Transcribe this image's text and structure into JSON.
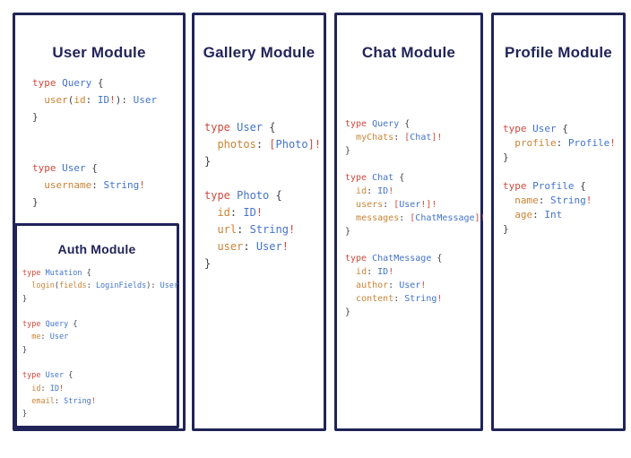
{
  "colors": {
    "navy": "#212458",
    "keyword_red": "#cc4b3d",
    "type_blue": "#4274cc",
    "field_orange": "#cb8437",
    "punctuation": "#3f414b",
    "bang_red": "#cc4b3d",
    "panel_background": "#ffffff"
  },
  "panels": {
    "user": {
      "title": "User Module",
      "code": [
        [
          [
            "k",
            "type "
          ],
          [
            "t",
            "Query "
          ],
          [
            "p",
            "{"
          ]
        ],
        [
          [
            "p",
            "  "
          ],
          [
            "f",
            "user"
          ],
          [
            "p",
            "("
          ],
          [
            "f",
            "id"
          ],
          [
            "p",
            ": "
          ],
          [
            "t",
            "ID"
          ],
          [
            "b",
            "!"
          ],
          [
            "p",
            "): "
          ],
          [
            "t",
            "User"
          ]
        ],
        [
          [
            "p",
            "}"
          ]
        ],
        [],
        [],
        [
          [
            "k",
            "type "
          ],
          [
            "t",
            "User "
          ],
          [
            "p",
            "{"
          ]
        ],
        [
          [
            "p",
            "  "
          ],
          [
            "f",
            "username"
          ],
          [
            "p",
            ": "
          ],
          [
            "t",
            "String"
          ],
          [
            "b",
            "!"
          ]
        ],
        [
          [
            "p",
            "}"
          ]
        ]
      ]
    },
    "auth": {
      "title": "Auth Module",
      "code": [
        [
          [
            "k",
            "type "
          ],
          [
            "t",
            "Mutation "
          ],
          [
            "p",
            "{"
          ]
        ],
        [
          [
            "p",
            "  "
          ],
          [
            "f",
            "login"
          ],
          [
            "p",
            "("
          ],
          [
            "f",
            "fields"
          ],
          [
            "p",
            ": "
          ],
          [
            "t",
            "LoginFields"
          ],
          [
            "p",
            "): "
          ],
          [
            "t",
            "User"
          ]
        ],
        [
          [
            "p",
            "}"
          ]
        ],
        [],
        [
          [
            "k",
            "type "
          ],
          [
            "t",
            "Query "
          ],
          [
            "p",
            "{"
          ]
        ],
        [
          [
            "p",
            "  "
          ],
          [
            "f",
            "me"
          ],
          [
            "p",
            ": "
          ],
          [
            "t",
            "User"
          ]
        ],
        [
          [
            "p",
            "}"
          ]
        ],
        [],
        [
          [
            "k",
            "type "
          ],
          [
            "t",
            "User "
          ],
          [
            "p",
            "{"
          ]
        ],
        [
          [
            "p",
            "  "
          ],
          [
            "f",
            "id"
          ],
          [
            "p",
            ": "
          ],
          [
            "t",
            "ID"
          ],
          [
            "b",
            "!"
          ]
        ],
        [
          [
            "p",
            "  "
          ],
          [
            "f",
            "email"
          ],
          [
            "p",
            ": "
          ],
          [
            "t",
            "String"
          ],
          [
            "b",
            "!"
          ]
        ],
        [
          [
            "p",
            "}"
          ]
        ]
      ]
    },
    "gallery": {
      "title": "Gallery Module",
      "code": [
        [
          [
            "k",
            "type "
          ],
          [
            "t",
            "User "
          ],
          [
            "p",
            "{"
          ]
        ],
        [
          [
            "p",
            "  "
          ],
          [
            "f",
            "photos"
          ],
          [
            "p",
            ": "
          ],
          [
            "b",
            "["
          ],
          [
            "t",
            "Photo"
          ],
          [
            "b",
            "]!"
          ]
        ],
        [
          [
            "p",
            "}"
          ]
        ],
        [],
        [
          [
            "k",
            "type "
          ],
          [
            "t",
            "Photo "
          ],
          [
            "p",
            "{"
          ]
        ],
        [
          [
            "p",
            "  "
          ],
          [
            "f",
            "id"
          ],
          [
            "p",
            ": "
          ],
          [
            "t",
            "ID"
          ],
          [
            "b",
            "!"
          ]
        ],
        [
          [
            "p",
            "  "
          ],
          [
            "f",
            "url"
          ],
          [
            "p",
            ": "
          ],
          [
            "t",
            "String"
          ],
          [
            "b",
            "!"
          ]
        ],
        [
          [
            "p",
            "  "
          ],
          [
            "f",
            "user"
          ],
          [
            "p",
            ": "
          ],
          [
            "t",
            "User"
          ],
          [
            "b",
            "!"
          ]
        ],
        [
          [
            "p",
            "}"
          ]
        ]
      ]
    },
    "chat": {
      "title": "Chat Module",
      "code": [
        [
          [
            "k",
            "type "
          ],
          [
            "t",
            "Query "
          ],
          [
            "p",
            "{"
          ]
        ],
        [
          [
            "p",
            "  "
          ],
          [
            "f",
            "myChats"
          ],
          [
            "p",
            ": "
          ],
          [
            "b",
            "["
          ],
          [
            "t",
            "Chat"
          ],
          [
            "b",
            "]!"
          ]
        ],
        [
          [
            "p",
            "}"
          ]
        ],
        [],
        [
          [
            "k",
            "type "
          ],
          [
            "t",
            "Chat "
          ],
          [
            "p",
            "{"
          ]
        ],
        [
          [
            "p",
            "  "
          ],
          [
            "f",
            "id"
          ],
          [
            "p",
            ": "
          ],
          [
            "t",
            "ID"
          ],
          [
            "b",
            "!"
          ]
        ],
        [
          [
            "p",
            "  "
          ],
          [
            "f",
            "users"
          ],
          [
            "p",
            ": "
          ],
          [
            "b",
            "["
          ],
          [
            "t",
            "User"
          ],
          [
            "b",
            "!]!"
          ]
        ],
        [
          [
            "p",
            "  "
          ],
          [
            "f",
            "messages"
          ],
          [
            "p",
            ": "
          ],
          [
            "b",
            "["
          ],
          [
            "t",
            "ChatMessage"
          ],
          [
            "b",
            "]!"
          ]
        ],
        [
          [
            "p",
            "}"
          ]
        ],
        [],
        [
          [
            "k",
            "type "
          ],
          [
            "t",
            "ChatMessage "
          ],
          [
            "p",
            "{"
          ]
        ],
        [
          [
            "p",
            "  "
          ],
          [
            "f",
            "id"
          ],
          [
            "p",
            ": "
          ],
          [
            "t",
            "ID"
          ],
          [
            "b",
            "!"
          ]
        ],
        [
          [
            "p",
            "  "
          ],
          [
            "f",
            "author"
          ],
          [
            "p",
            ": "
          ],
          [
            "t",
            "User"
          ],
          [
            "b",
            "!"
          ]
        ],
        [
          [
            "p",
            "  "
          ],
          [
            "f",
            "content"
          ],
          [
            "p",
            ": "
          ],
          [
            "t",
            "String"
          ],
          [
            "b",
            "!"
          ]
        ],
        [
          [
            "p",
            "}"
          ]
        ]
      ]
    },
    "profile": {
      "title": "Profile Module",
      "code": [
        [
          [
            "k",
            "type "
          ],
          [
            "t",
            "User "
          ],
          [
            "p",
            "{"
          ]
        ],
        [
          [
            "p",
            "  "
          ],
          [
            "f",
            "profile"
          ],
          [
            "p",
            ": "
          ],
          [
            "t",
            "Profile"
          ],
          [
            "b",
            "!"
          ]
        ],
        [
          [
            "p",
            "}"
          ]
        ],
        [],
        [
          [
            "k",
            "type "
          ],
          [
            "t",
            "Profile "
          ],
          [
            "p",
            "{"
          ]
        ],
        [
          [
            "p",
            "  "
          ],
          [
            "f",
            "name"
          ],
          [
            "p",
            ": "
          ],
          [
            "t",
            "String"
          ],
          [
            "b",
            "!"
          ]
        ],
        [
          [
            "p",
            "  "
          ],
          [
            "f",
            "age"
          ],
          [
            "p",
            ": "
          ],
          [
            "t",
            "Int"
          ]
        ],
        [
          [
            "p",
            "}"
          ]
        ]
      ]
    }
  }
}
